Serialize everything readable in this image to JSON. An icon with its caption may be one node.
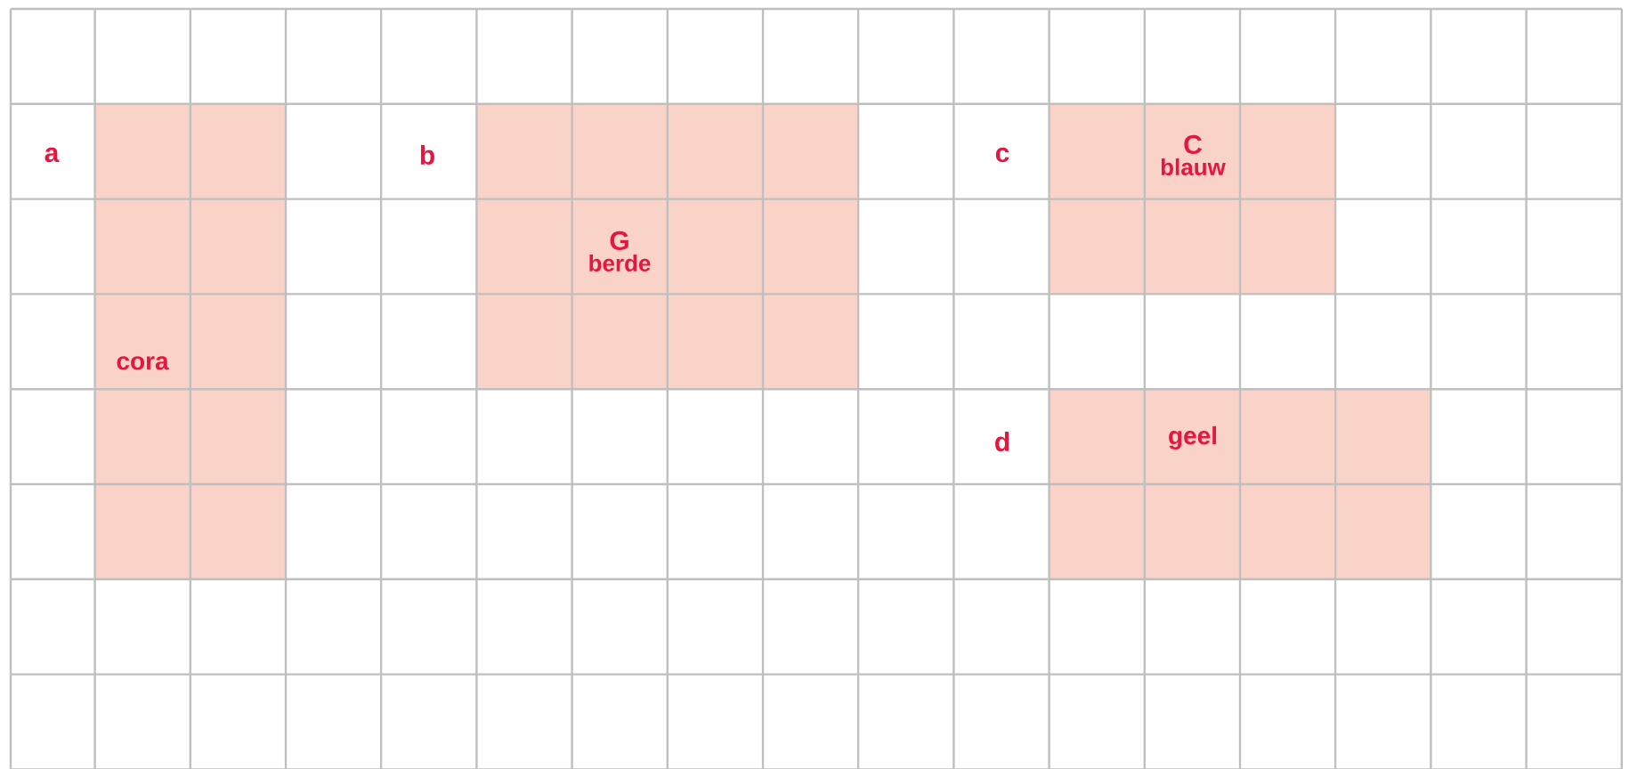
{
  "diagram": {
    "nodes": [
      {
        "text": [
          "cora"
        ],
        "beside": [
          "a"
        ]
      },
      {
        "text": [
          "G",
          "berde"
        ],
        "beside": [
          "b"
        ]
      },
      {
        "text": [
          "C",
          "blauw"
        ],
        "beside": [
          "c"
        ]
      },
      {
        "text": [
          "geel"
        ],
        "beside": [
          "d"
        ]
      }
    ]
  }
}
